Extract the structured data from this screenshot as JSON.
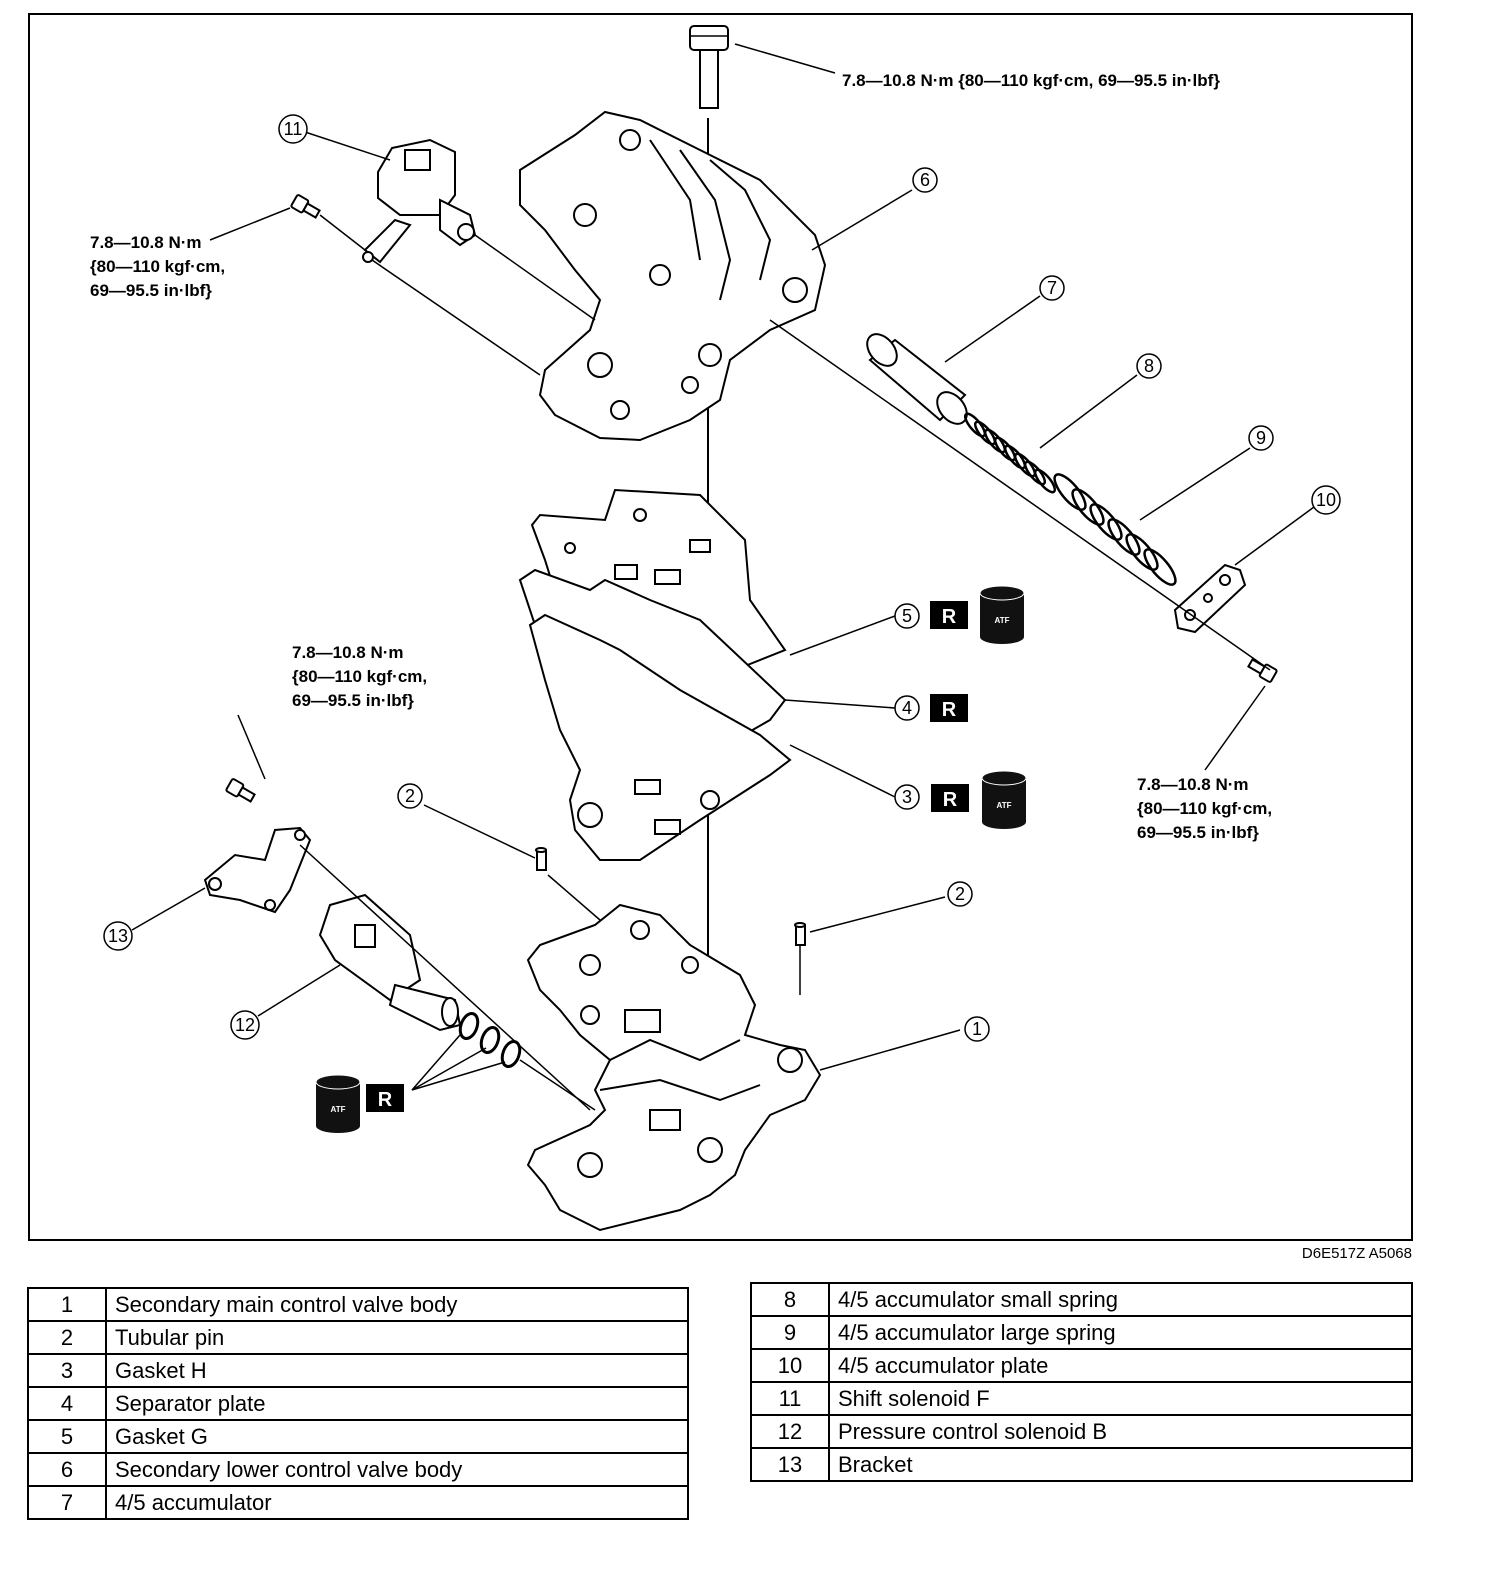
{
  "figure_id": "D6E517Z A5068",
  "torque_spec_single_line": "7.8—10.8 N·m {80—110 kgf·cm, 69—95.5 in·lbf}",
  "torque_spec_lines": [
    "7.8—10.8 N·m",
    "{80—110 kgf·cm,",
    "69—95.5 in·lbf}"
  ],
  "badges": {
    "replace": "R",
    "fluid": "ATF"
  },
  "callouts": [
    "1",
    "2",
    "3",
    "4",
    "5",
    "6",
    "7",
    "8",
    "9",
    "10",
    "11",
    "12",
    "13"
  ],
  "parts_left": [
    {
      "num": "1",
      "name": "Secondary main control valve body"
    },
    {
      "num": "2",
      "name": "Tubular pin"
    },
    {
      "num": "3",
      "name": "Gasket H"
    },
    {
      "num": "4",
      "name": "Separator plate"
    },
    {
      "num": "5",
      "name": "Gasket G"
    },
    {
      "num": "6",
      "name": "Secondary lower control valve body"
    },
    {
      "num": "7",
      "name": "4/5 accumulator"
    }
  ],
  "parts_right": [
    {
      "num": "8",
      "name": "4/5 accumulator small spring"
    },
    {
      "num": "9",
      "name": "4/5 accumulator large spring"
    },
    {
      "num": "10",
      "name": "4/5 accumulator plate"
    },
    {
      "num": "11",
      "name": "Shift solenoid F"
    },
    {
      "num": "12",
      "name": "Pressure control solenoid B"
    },
    {
      "num": "13",
      "name": "Bracket"
    }
  ]
}
